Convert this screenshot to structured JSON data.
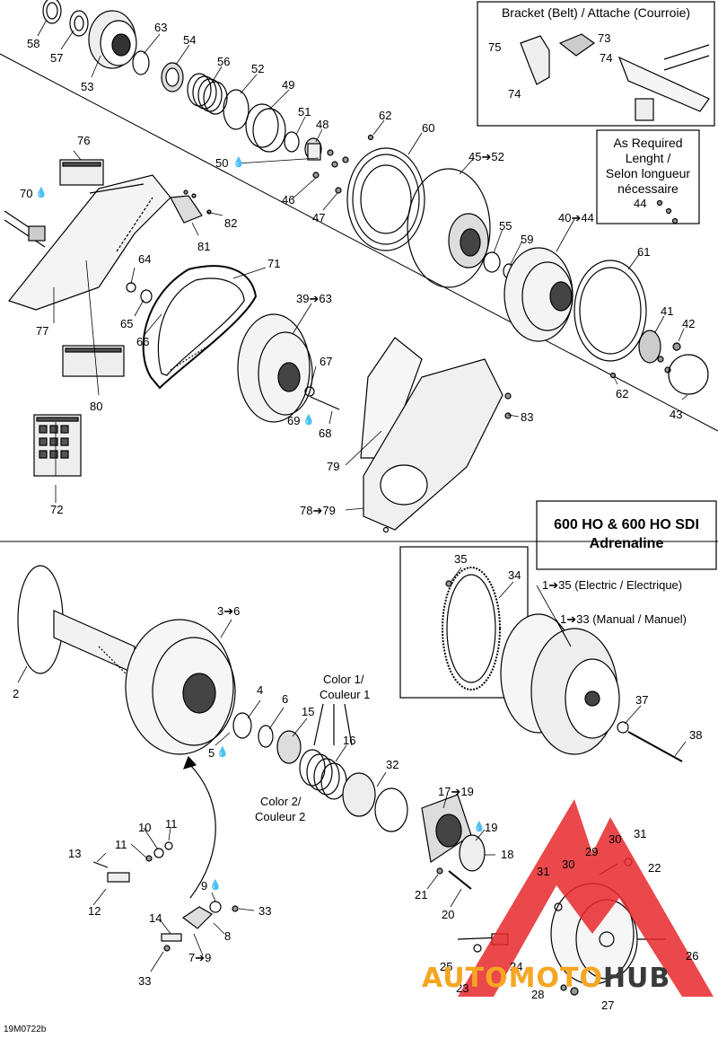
{
  "diagram": {
    "code": "19M0722b",
    "boxes": {
      "bracket_title": "Bracket (Belt) / Attache (Courroie)",
      "as_required_1": "As Required",
      "as_required_2": "Lenght /",
      "as_required_3": "Selon longueur",
      "as_required_4": "nécessaire",
      "model_1": "600 HO & 600 HO SDI",
      "model_2": "Adrenaline"
    },
    "labels": {
      "l58": "58",
      "l57": "57",
      "l53": "53",
      "l63": "63",
      "l54": "54",
      "l56": "56",
      "l52": "52",
      "l49": "49",
      "l51": "51",
      "l48": "48",
      "l50": "50",
      "l46": "46",
      "l47": "47",
      "l62a": "62",
      "l60": "60",
      "l45_52": "45➔52",
      "l75": "75",
      "l73": "73",
      "l74a": "74",
      "l74b": "74",
      "l76": "76",
      "l70": "70",
      "l82": "82",
      "l81": "81",
      "l71": "71",
      "l64": "64",
      "l65": "65",
      "l66": "66",
      "l77": "77",
      "l80": "80",
      "l72": "72",
      "l39_63": "39➔63",
      "l67": "67",
      "l69": "69",
      "l68": "68",
      "l55": "55",
      "l40_44": "40➔44",
      "l59": "59",
      "l61": "61",
      "l44": "44",
      "l41": "41",
      "l42": "42",
      "l62b": "62",
      "l43": "43",
      "l83": "83",
      "l79": "79",
      "l78_79": "78➔79",
      "l35": "35",
      "l34": "34",
      "l1_35": "1➔35 (Electric / Electrique)",
      "l1_33": "1➔33 (Manual / Manuel)",
      "l2": "2",
      "l3_6": "3➔6",
      "l4": "4",
      "l6": "6",
      "l15": "15",
      "l5": "5",
      "l16": "16",
      "color1a": "Color 1/",
      "color1b": "Couleur 1",
      "color2a": "Color 2/",
      "color2b": "Couleur 2",
      "l32": "32",
      "l17_19": "17➔19",
      "l19": "19",
      "l18": "18",
      "l37": "37",
      "l38": "38",
      "l10": "10",
      "l11a": "11",
      "l11b": "11",
      "l13": "13",
      "l12": "12",
      "l9": "9",
      "l33a": "33",
      "l14": "14",
      "l8": "8",
      "l7_9": "7➔9",
      "l33b": "33",
      "l21": "21",
      "l20": "20",
      "l30a": "30",
      "l31a": "31",
      "l29": "29",
      "l22": "22",
      "l31b": "31",
      "l30b": "30",
      "l26": "26",
      "l25": "25",
      "l24": "24",
      "l23": "23",
      "l28": "28",
      "l27": "27"
    },
    "watermark": {
      "word_red": "AUTOMOTO",
      "word_dark": "HUB",
      "colors": {
        "red": "#e8282b",
        "orange": "#f5a623",
        "dark": "#3a3a3a"
      }
    }
  }
}
